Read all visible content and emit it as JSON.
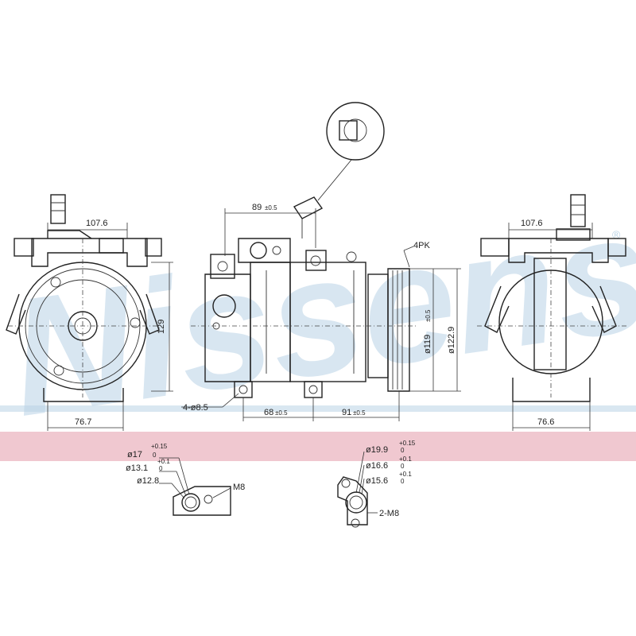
{
  "watermark": {
    "text": "Nissens",
    "mark": "®"
  },
  "colors": {
    "band": "#f0c8d0",
    "watermark": "#b9d3e6",
    "line": "#222222"
  },
  "dimensions": {
    "left_width": "107.6",
    "left_height": "129",
    "left_base": "76.7",
    "top_connector": "89",
    "top_connector_tol": "±0.5",
    "belt": "4PK",
    "pulley_d1": "ø119",
    "pulley_d1_tol": "±0.5",
    "pulley_d2": "ø122.9",
    "mount_holes": "4-ø8.5",
    "base_left": "68",
    "base_left_tol": "±0.5",
    "base_right": "91",
    "base_right_tol": "±0.5",
    "right_width": "107.6",
    "right_base": "76.6"
  },
  "port_left": {
    "d1": "ø17",
    "d1_tol_up": "+0.15",
    "d1_tol_dn": "0",
    "d2": "ø13.1",
    "d2_tol_up": "+0.1",
    "d2_tol_dn": "0",
    "d3": "ø12.8",
    "thread": "M8"
  },
  "port_right": {
    "d1": "ø19.9",
    "d1_tol_up": "+0.15",
    "d1_tol_dn": "0",
    "d2": "ø16.6",
    "d2_tol_up": "+0.1",
    "d2_tol_dn": "0",
    "d3": "ø15.6",
    "d3_tol_up": "+0.1",
    "d3_tol_dn": "0",
    "thread": "2-M8"
  }
}
